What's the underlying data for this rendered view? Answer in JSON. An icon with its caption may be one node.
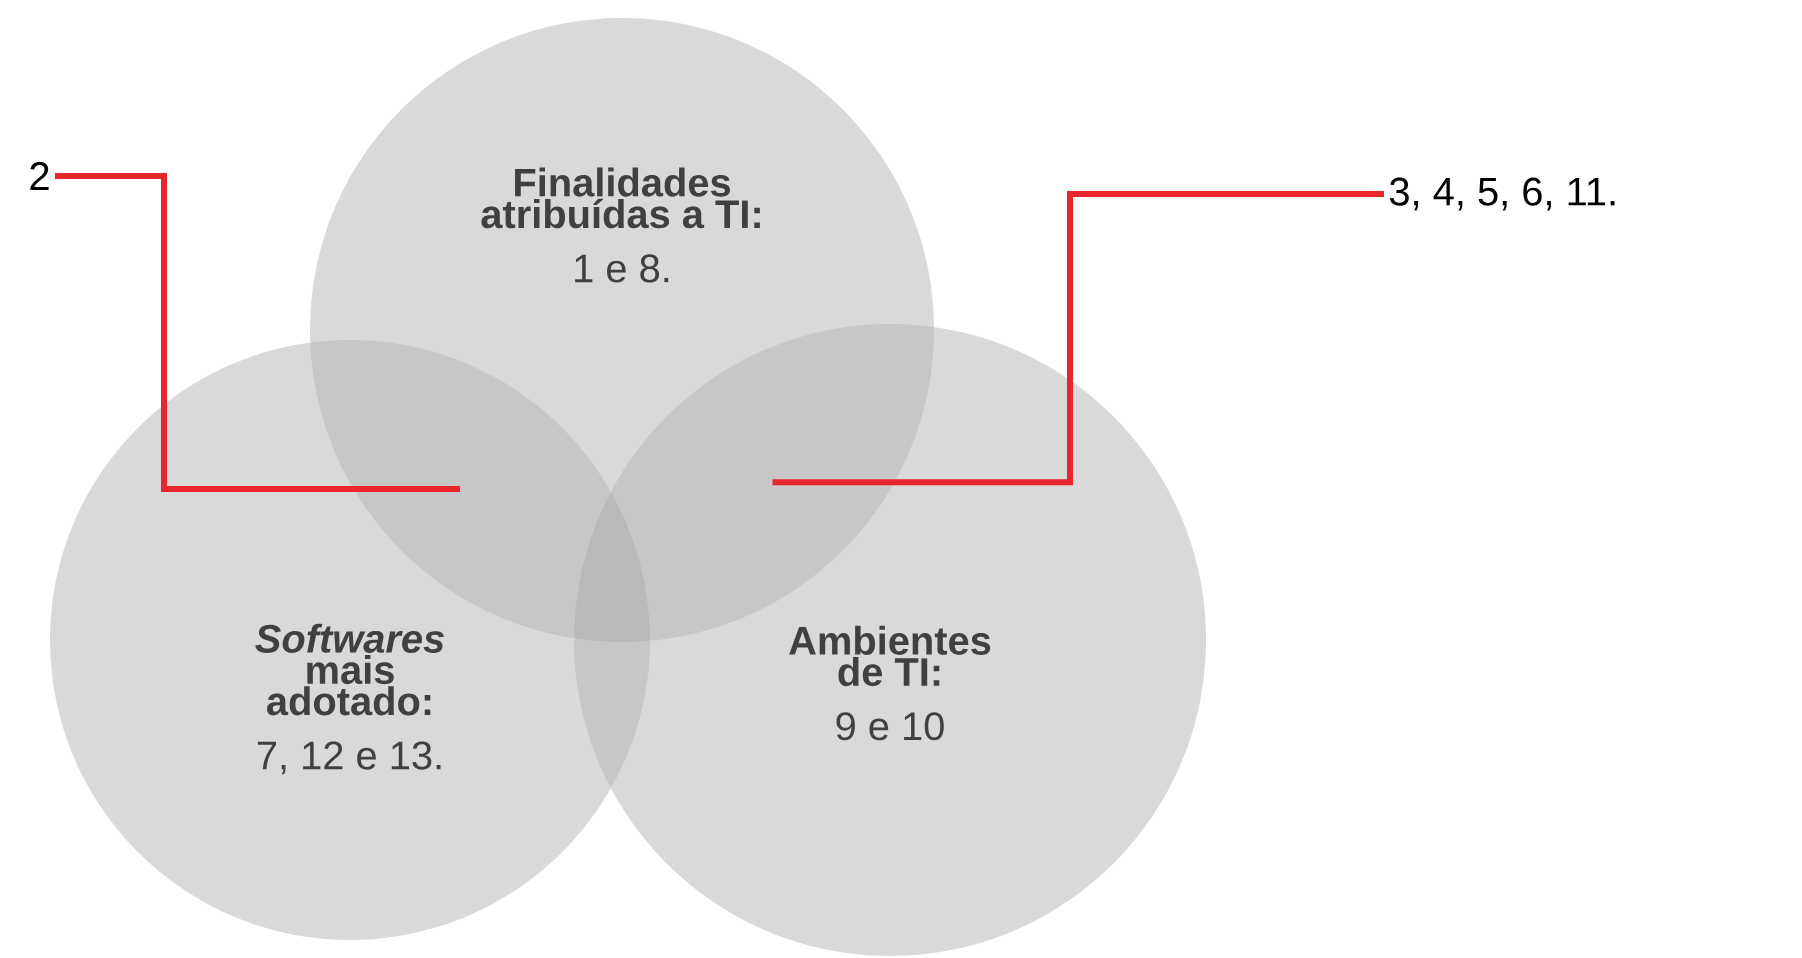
{
  "diagram": {
    "nodes": [
      {
        "text": [
          "Finalidades atribuídas a TI:",
          "1 e 8."
        ]
      },
      {
        "text": [
          "*Softwares* mais adotado:",
          "7, 12 e 13."
        ]
      },
      {
        "text": [
          "Ambientes de TI:",
          "9 e 10"
        ]
      },
      {
        "text": [
          "2"
        ]
      },
      {
        "text": [
          "3, 4, 5, 6, 11."
        ]
      },
      {
        "text": [],
        "shape": "lens"
      },
      {
        "text": [],
        "shape": "lens"
      },
      {
        "text": [],
        "shape": "lens"
      },
      {
        "text": [],
        "shape": "triangle"
      }
    ],
    "edges": [
      {
        "from": 3,
        "to": 5,
        "arrow": "none",
        "color": "#e8262b"
      },
      {
        "from": 4,
        "to": 6,
        "arrow": "none",
        "color": "#e8262b"
      }
    ]
  }
}
